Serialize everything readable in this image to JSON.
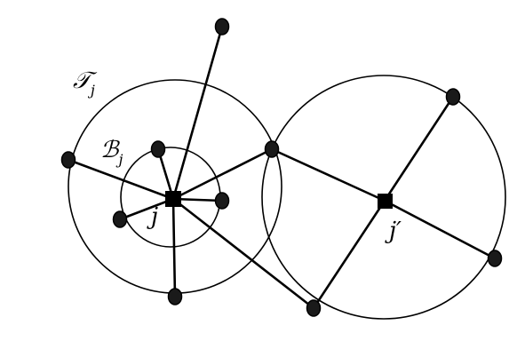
{
  "labels": {
    "T": {
      "main": "𝒯",
      "sub": "j"
    },
    "B": {
      "main": "ℬ",
      "sub": "j"
    },
    "j": "j",
    "jprime": "j′"
  },
  "colors": {
    "line": "#000000",
    "node_fill": "#1a1a1a",
    "hub_fill": "#000000",
    "background": "#ffffff"
  }
}
